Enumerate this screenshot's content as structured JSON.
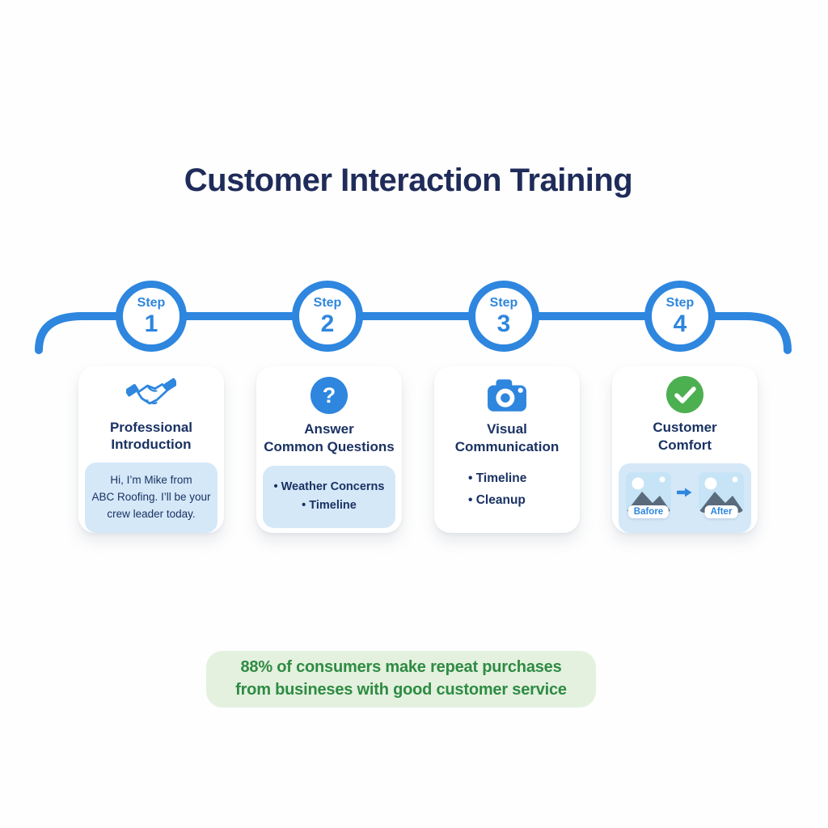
{
  "title": "Customer Interaction Training",
  "timeline": {
    "steps": [
      {
        "label": "Step",
        "number": "1"
      },
      {
        "label": "Step",
        "number": "2"
      },
      {
        "label": "Step",
        "number": "3"
      },
      {
        "label": "Step",
        "number": "4"
      }
    ]
  },
  "cards": [
    {
      "icon": "handshake-icon",
      "title_lines": [
        "Professional",
        "Introduction"
      ],
      "note_lines": [
        "Hi, I’m Mike from",
        "ABC Roofing. I’ll be your",
        "crew leader today."
      ]
    },
    {
      "icon": "question-mark-icon",
      "icon_glyph": "?",
      "title_lines": [
        "Answer",
        "Common Questions"
      ],
      "bullets": [
        "• Weather Concerns",
        "• Timeline"
      ]
    },
    {
      "icon": "camera-icon",
      "title_lines": [
        "Visual",
        "Communication"
      ],
      "bullets": [
        "• Timeline",
        "• Cleanup"
      ]
    },
    {
      "icon": "check-circle-icon",
      "title_lines": [
        "Customer",
        "Comfort"
      ],
      "before_label": "Bafore",
      "after_label": "After"
    }
  ],
  "stat": {
    "line1": "88% of consumers make repeat purchases",
    "line2": "from busineses with good customer service"
  },
  "colors": {
    "accent_blue": "#2E86DE",
    "title_navy": "#1F2C5A",
    "card_text_navy": "#1A3263",
    "light_blue_panel": "#D5E8F8",
    "check_green": "#4CAF50",
    "stat_text_green": "#2E8B43",
    "stat_bg_green": "#E4F1DF",
    "thumb_sky": "#C6E4F6",
    "thumb_mountain": "#5A6B7B"
  }
}
